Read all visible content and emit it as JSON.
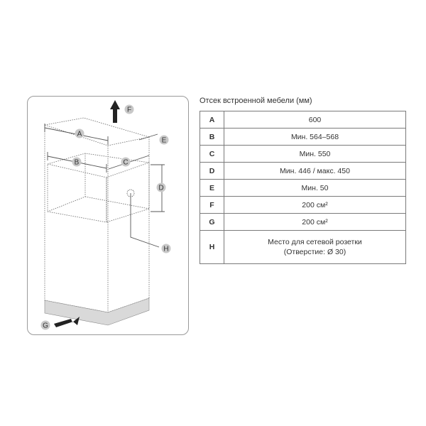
{
  "table": {
    "title": "Отсек встроенной мебели (мм)",
    "rows": [
      {
        "key": "A",
        "value": "600"
      },
      {
        "key": "B",
        "value": "Мин. 564–568"
      },
      {
        "key": "C",
        "value": "Мин. 550"
      },
      {
        "key": "D",
        "value": "Мин. 446 / макс. 450"
      },
      {
        "key": "E",
        "value": "Мин. 50"
      },
      {
        "key": "F",
        "value": "200 см²"
      },
      {
        "key": "G",
        "value": "200 см²"
      },
      {
        "key": "H",
        "value": "Место для сетевой розетки",
        "value2": "(Отверстие: Ø 30)"
      }
    ]
  },
  "diagram": {
    "labels": {
      "A": "A",
      "B": "B",
      "C": "C",
      "D": "D",
      "E": "E",
      "F": "F",
      "G": "G",
      "H": "H"
    },
    "colors": {
      "badge": "#c8c8c8",
      "line": "#555555",
      "arrow": "#222222",
      "plinth": "#d9d9d9"
    }
  }
}
